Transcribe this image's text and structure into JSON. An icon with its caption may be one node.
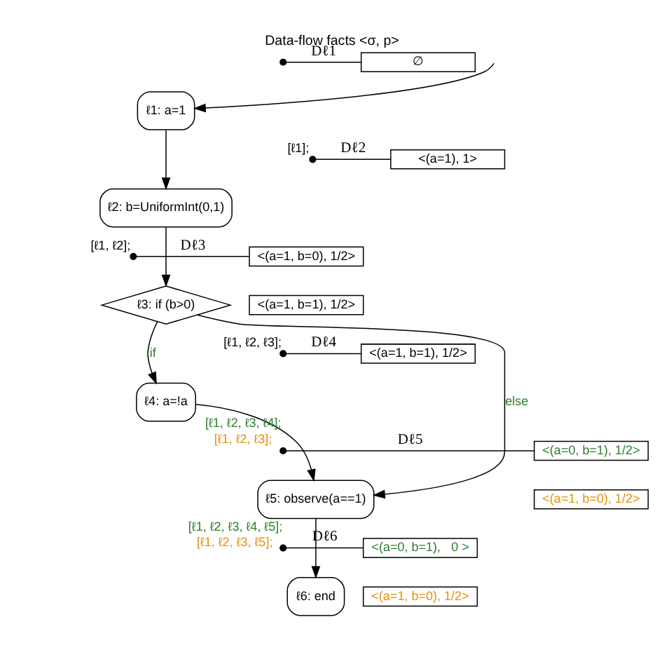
{
  "diagram": {
    "title": "Data-flow facts <σ, p>",
    "nodes": [
      {
        "text": [
          "ℓ1: a=1"
        ]
      },
      {
        "text": [
          "ℓ2: b=UniformInt(0,1)"
        ]
      },
      {
        "text": [
          "ℓ3: if (b>0)"
        ]
      },
      {
        "text": [
          "ℓ4: a=!a"
        ]
      },
      {
        "text": [
          "ℓ5: observe(a==1)"
        ]
      },
      {
        "text": [
          "ℓ6: end"
        ]
      },
      {
        "text": [],
        "shape": "circle"
      },
      {
        "text": [],
        "shape": "circle",
        "beside": [
          "[ℓ1];"
        ]
      },
      {
        "text": [],
        "shape": "circle",
        "beside": [
          "[ℓ1, ℓ2];"
        ]
      },
      {
        "text": [],
        "shape": "circle",
        "beside": [
          "[ℓ1, ℓ2, ℓ3];"
        ]
      },
      {
        "text": [],
        "shape": "circle",
        "beside": [
          "[ℓ1, ℓ2, ℓ3, ℓ4];",
          "[ℓ1, ℓ2, ℓ3];"
        ]
      },
      {
        "text": [],
        "shape": "circle",
        "beside": [
          "[ℓ1, ℓ2, ℓ3, ℓ4, ℓ5];",
          "[ℓ1, ℓ2, ℓ3, ℓ5];"
        ]
      },
      {
        "text": [
          "∅"
        ]
      },
      {
        "text": [
          "<(a=1), 1>"
        ]
      },
      {
        "text": [
          "<(a=1, b=0), 1/2>"
        ]
      },
      {
        "text": [
          "<(a=1, b=1), 1/2>"
        ]
      },
      {
        "text": [
          "<(a=1, b=1), 1/2>"
        ]
      },
      {
        "text": [
          "<(a=0, b=1), 1/2>"
        ]
      },
      {
        "text": [
          "<(a=1, b=0), 1/2>"
        ]
      },
      {
        "text": [
          "<(a=0, b=1),   0 >"
        ]
      },
      {
        "text": [
          "<(a=1, b=0), 1/2>"
        ]
      }
    ],
    "edges": [
      {
        "from": null,
        "to": 0,
        "arrow": "to"
      },
      {
        "from": 0,
        "to": 1,
        "arrow": "to"
      },
      {
        "from": 1,
        "to": 2,
        "arrow": "to"
      },
      {
        "from": 2,
        "to": 3,
        "label": "if",
        "arrow": "to"
      },
      {
        "from": 2,
        "to": 4,
        "label": "else",
        "arrow": "to"
      },
      {
        "from": 3,
        "to": 4,
        "arrow": "to"
      },
      {
        "from": 4,
        "to": 5,
        "arrow": "to"
      },
      {
        "from": 6,
        "to": 12,
        "label": "Dℓ1",
        "arrow": "none"
      },
      {
        "from": 7,
        "to": 13,
        "label": "Dℓ2",
        "arrow": "none"
      },
      {
        "from": 8,
        "to": 14,
        "label": "Dℓ3",
        "arrow": "none"
      },
      {
        "from": 9,
        "to": 16,
        "label": "Dℓ4",
        "arrow": "none"
      },
      {
        "from": 10,
        "to": 17,
        "label": "Dℓ5",
        "arrow": "none"
      },
      {
        "from": 11,
        "to": 19,
        "label": "Dℓ6",
        "arrow": "none"
      }
    ]
  }
}
